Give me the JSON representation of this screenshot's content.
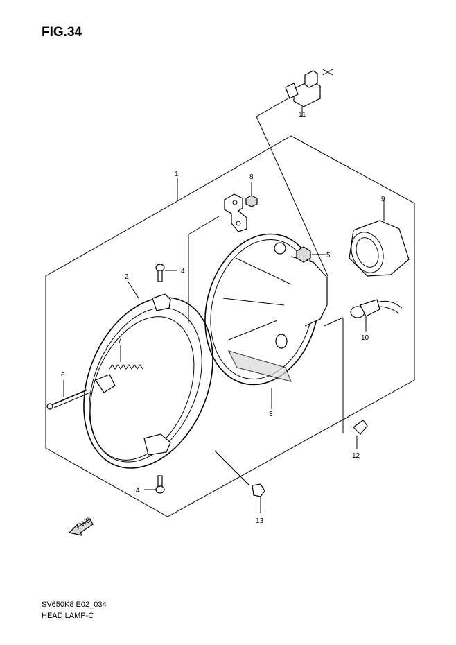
{
  "figure": {
    "title": "FIG.34"
  },
  "footer": {
    "code": "SV650K8 E02_034",
    "name": "HEAD LAMP-C"
  },
  "fwd_label": "FWD",
  "callouts": {
    "c1": "1",
    "c2": "2",
    "c3": "3",
    "c4a": "4",
    "c4b": "4",
    "c5": "5",
    "c6": "6",
    "c7": "7",
    "c8": "8",
    "c9": "9",
    "c10": "10",
    "c11": "11",
    "c12": "12",
    "c13": "13"
  }
}
